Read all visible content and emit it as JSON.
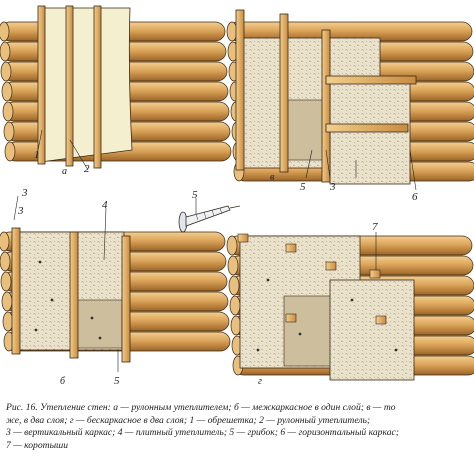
{
  "labels": {
    "n1": "1",
    "n2": "2",
    "n3a": "3",
    "n3b": "3",
    "n3c": "3",
    "n4": "4",
    "n5a": "5",
    "n5b": "5",
    "n5c": "5",
    "n6": "6",
    "n7": "7",
    "sub_a": "а",
    "sub_b": "б",
    "sub_v": "в",
    "sub_g": "г"
  },
  "caption": {
    "line1": "Рис. 16. Утепление стен: а — рулонным утеплителем; б — межкаркасное в один слой; в — то",
    "line2": "же, в два слоя; г — бескаркасное в два слоя; 1 — обрешетка; 2 — рулонный утеплитель;",
    "line3": "3 — вертикальный каркас; 4 — плитный утеплитель; 5 — грибок; 6 — горизонтальный каркас;",
    "line4": "7 — коротыши"
  },
  "colors": {
    "log": "#d9a35a",
    "log_dark": "#a86d2c",
    "log_light": "#f0c98b",
    "insulation": "#e8dfc8",
    "roll": "#f4f0cf",
    "stud": "#e2b266",
    "outline": "#3a2a18"
  }
}
